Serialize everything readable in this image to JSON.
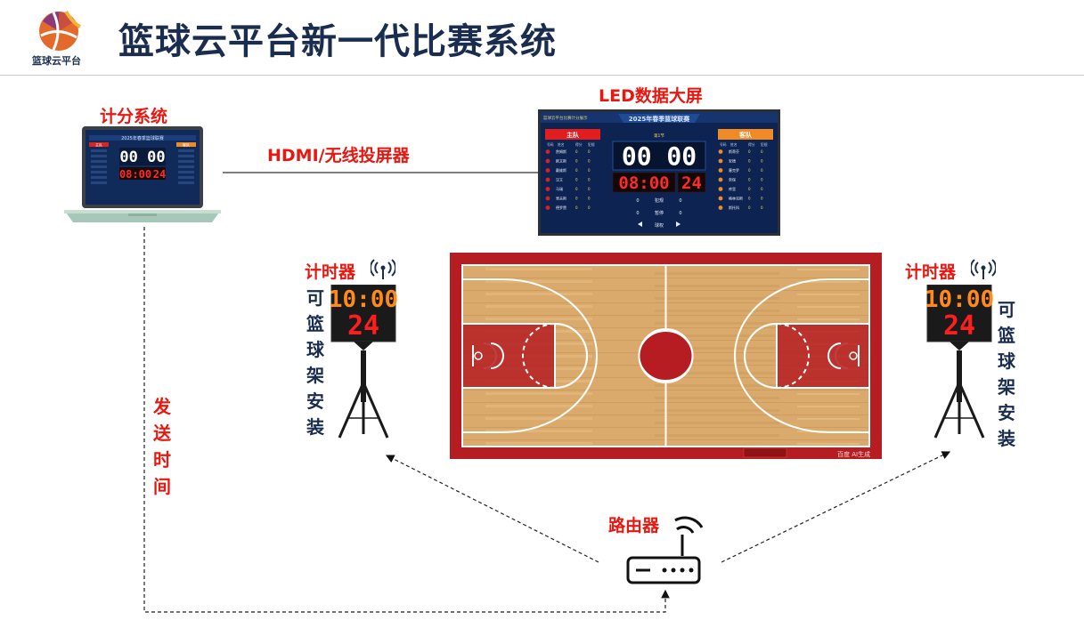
{
  "header": {
    "logo_caption": "篮球云平台",
    "title": "篮球云平台新一代比赛系统"
  },
  "scoring_system": {
    "label": "计分系统",
    "screen_title": "2025年春季篮球联赛",
    "home_label": "主队",
    "away_label": "客队",
    "score_home": "00",
    "score_away": "00",
    "clock": "08:00",
    "shot_clock": "24"
  },
  "connection_label": "HDMI/无线投屏器",
  "led_screen": {
    "label": "LED数据大屏",
    "banner_left": "篮球云平台比赛计分展示",
    "title": "2025年春季篮球联赛",
    "home_label": "主队",
    "away_label": "客队",
    "period": "第1节",
    "col_headers": [
      "号码",
      "姓名",
      "得分",
      "犯规"
    ],
    "home_players": [
      "詹姆斯",
      "欧文斯",
      "戴维斯",
      "汉立",
      "马瑞",
      "里夫斯",
      "德罗赞"
    ],
    "away_players": [
      "斯蒂芬",
      "安德",
      "塞克罗",
      "奈保",
      "库里",
      "格林克斯",
      "斯托科"
    ],
    "zero": "0",
    "score_home": "00",
    "score_away": "00",
    "clock": "08:00",
    "shot_clock": "24",
    "stats": [
      {
        "left": "0",
        "label": "犯规",
        "right": "0"
      },
      {
        "left": "0",
        "label": "暂停",
        "right": "0"
      }
    ],
    "possession": "球权"
  },
  "timer_left": {
    "label": "计时器",
    "clock": "10:00",
    "shot": "24",
    "mount_text": [
      "可",
      "篮",
      "球",
      "架",
      "安",
      "装"
    ]
  },
  "timer_right": {
    "label": "计时器",
    "clock": "10:00",
    "shot": "24",
    "mount_text": [
      "可",
      "篮",
      "球",
      "架",
      "安",
      "装"
    ]
  },
  "send_time_text": [
    "发",
    "送",
    "时",
    "间"
  ],
  "router": {
    "label": "路由器"
  },
  "court": {
    "watermark": "百度 AI生成"
  },
  "colors": {
    "title": "#1a2d4e",
    "accent_red": "#e8170f",
    "court_border": "#b51d22",
    "court_wood": "#dcae72",
    "clock_orange": "#ff8a1a",
    "clock_red": "#ff1e1e"
  }
}
